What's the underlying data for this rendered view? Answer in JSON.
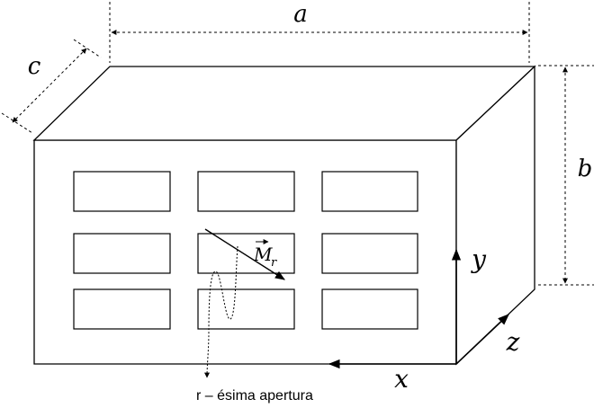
{
  "labels": {
    "dim_a": "a",
    "dim_b": "b",
    "dim_c": "c",
    "axis_x": "x",
    "axis_y": "y",
    "axis_z": "z",
    "moment_symbol": "M",
    "moment_subscript": "r",
    "aperture_caption": "r – ésima apertura"
  },
  "apertures": {
    "rows": 3,
    "cols": 3
  },
  "colors": {
    "stroke": "#000000",
    "background": "#ffffff"
  }
}
